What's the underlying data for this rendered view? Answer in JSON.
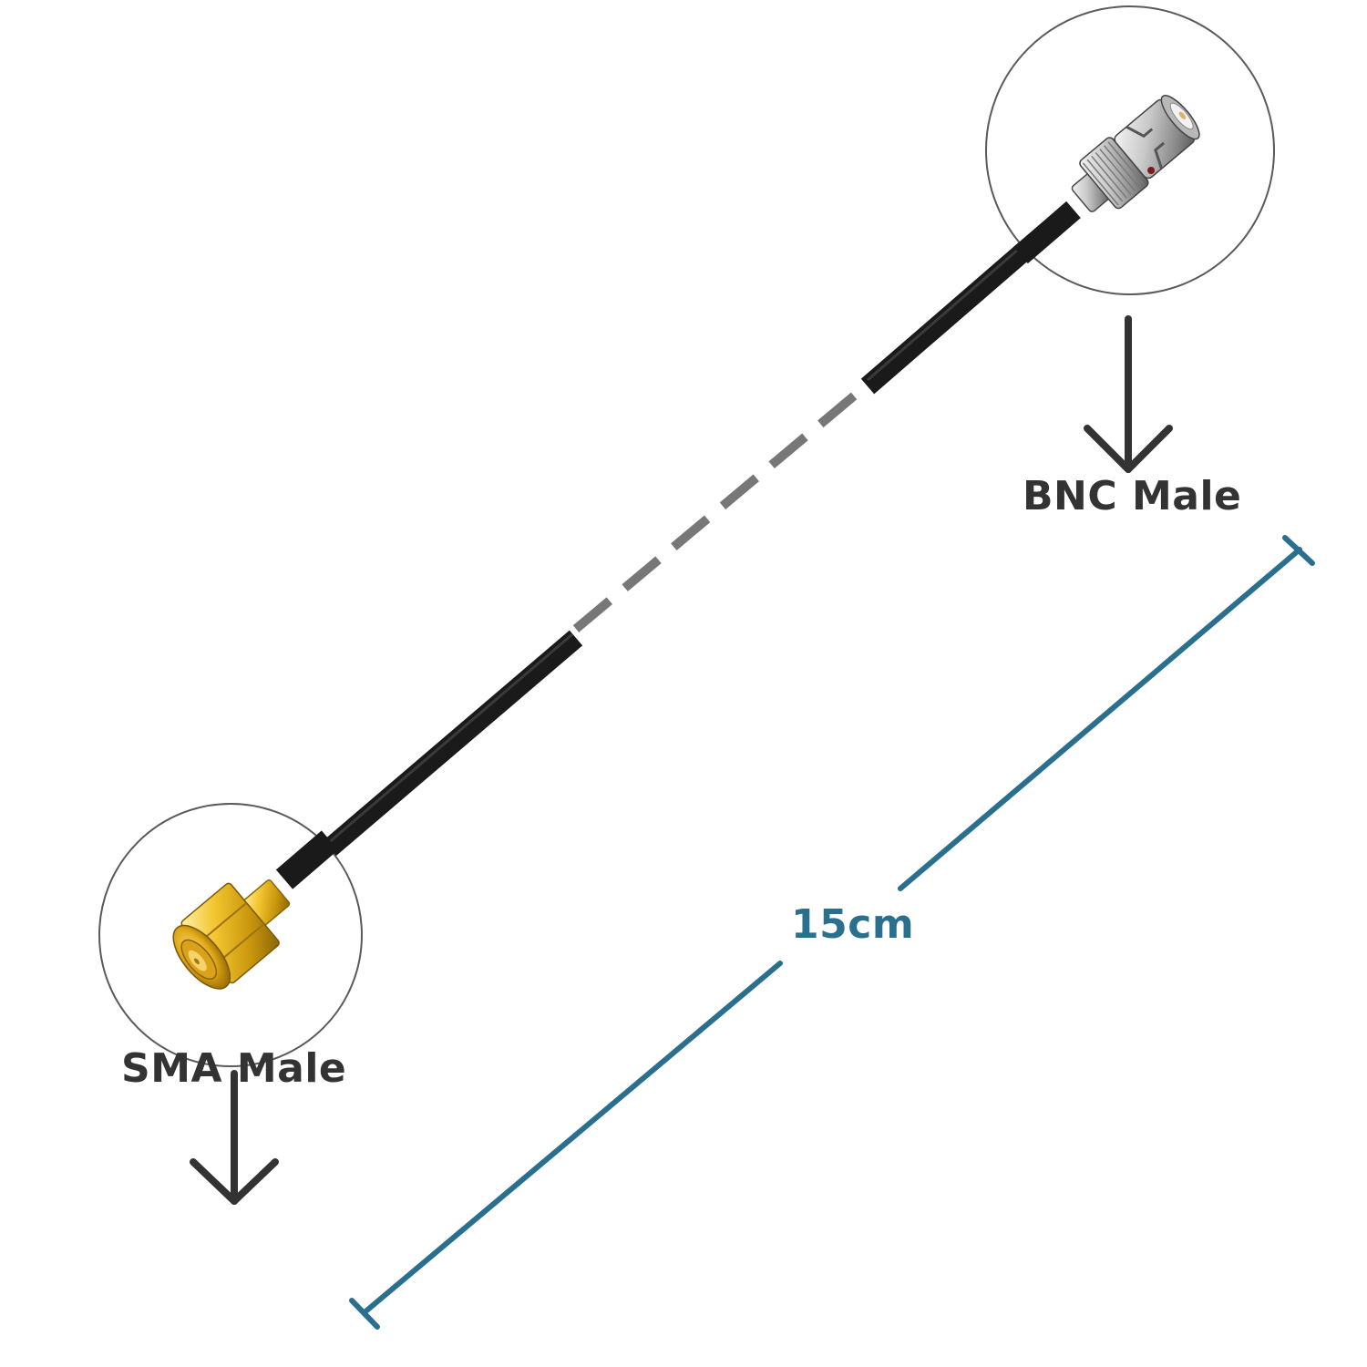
{
  "labels": {
    "bnc_connector": "BNC Male",
    "sma_connector": "SMA Male",
    "cable_length": "15cm"
  },
  "colors": {
    "cable": "#1c1c1c",
    "cable_gap_dashes": "#777777",
    "dimension_line": "#2a6f8e",
    "label_text": "#333333",
    "callout_circle": "#555555",
    "sma_gold": "#e6b422",
    "bnc_nickel": "#c8c8c8"
  },
  "icons": {
    "bnc": "bnc-male-connector-icon",
    "sma": "sma-male-connector-icon",
    "arrow": "down-arrow-icon"
  }
}
